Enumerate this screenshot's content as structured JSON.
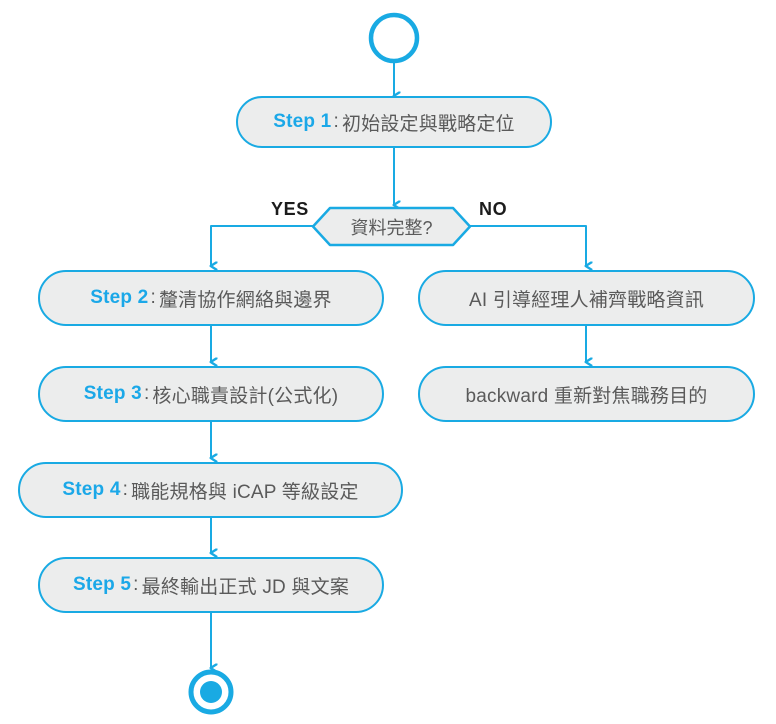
{
  "diagram": {
    "title": "JD generation workflow flowchart",
    "colors": {
      "accent": "#19aae3",
      "node_fill": "#eceded",
      "node_text": "#5a5a5a",
      "step_tag": "#1ba8e8",
      "branch_text": "#1c1c1c",
      "background": "#ffffff"
    },
    "start_node": {
      "name": "start"
    },
    "end_node": {
      "name": "end"
    },
    "decision": {
      "label": "資料完整?",
      "yes_label": "YES",
      "no_label": "NO"
    },
    "nodes": [
      {
        "id": "step1",
        "step_tag": "Step 1",
        "separator": ":",
        "text": "初始設定與戰略定位"
      },
      {
        "id": "step2",
        "step_tag": "Step 2",
        "separator": ":",
        "text": "釐清協作網絡與邊界"
      },
      {
        "id": "step3",
        "step_tag": "Step 3",
        "separator": ":",
        "text": "核心職責設計(公式化)"
      },
      {
        "id": "step4",
        "step_tag": "Step 4",
        "separator": ":",
        "text": "職能規格與 iCAP 等級設定"
      },
      {
        "id": "step5",
        "step_tag": "Step 5",
        "separator": ":",
        "text": "最終輸出正式 JD 與文案"
      },
      {
        "id": "ai_guide",
        "step_tag": "",
        "separator": "",
        "text": "AI 引導經理人補齊戰略資訊"
      },
      {
        "id": "backward",
        "step_tag": "",
        "separator": "",
        "text": "backward 重新對焦職務目的"
      }
    ]
  }
}
